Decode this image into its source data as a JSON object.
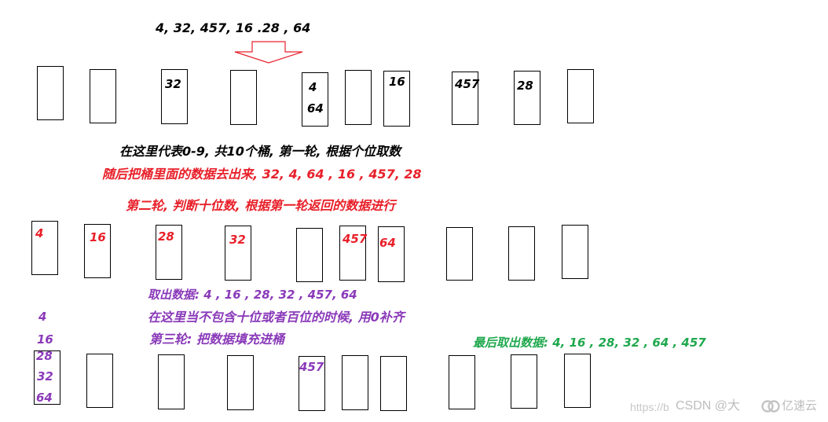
{
  "colors": {
    "black": "#000000",
    "red": "#e8202a",
    "purple": "#8a3ab9",
    "green": "#1fa84d",
    "watermark": "#b9b9b9"
  },
  "top_numbers": "4, 32, 457, 16 .28 , 64",
  "arrow_icon": "down-arrow-icon",
  "explanations": {
    "line1": "在这里代表0-9, 共10个桶, 第一轮, 根据个位取数",
    "line2": "随后把桶里面的数据去出来, 32, 4, 64 , 16 , 457, 28",
    "line3": "第二轮, 判断十位数, 根据第一轮返回的数据进行",
    "line4": "取出数据: 4 , 16 , 28, 32 , 457, 64",
    "line5": "在这里当不包含十位或者百位的时候, 用0补齐",
    "line6": "第三轮: 把数据填充进桶",
    "final": "最后取出数据: 4, 16 , 28, 32 , 64 , 457"
  },
  "side_values": {
    "v1": "4",
    "v2": "16"
  },
  "round1_labels": {
    "b2": "32",
    "b4a": "4",
    "b4b": "64",
    "b6": "16",
    "b7": "457",
    "b8": "28"
  },
  "round2_labels": {
    "b0": "4",
    "b1": "16",
    "b2": "28",
    "b3": "32",
    "b5": "457",
    "b6": "64"
  },
  "round3_labels": {
    "b0a": "28",
    "b0b": "32",
    "b0c": "64",
    "b4": "457"
  },
  "watermark": {
    "url": "https://b",
    "csdn": "CSDN @大",
    "brand": "亿速云"
  }
}
